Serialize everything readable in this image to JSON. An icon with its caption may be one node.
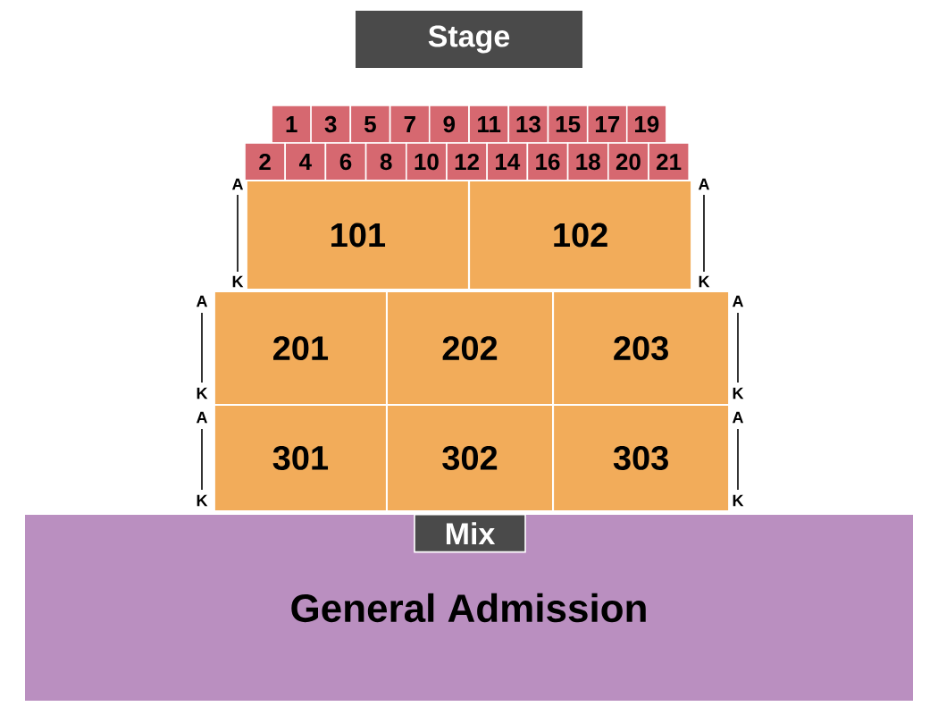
{
  "diagram": {
    "nodes": [
      {
        "text": [
          "Stage"
        ]
      },
      {
        "text": [
          "1"
        ]
      },
      {
        "text": [
          "3"
        ]
      },
      {
        "text": [
          "5"
        ]
      },
      {
        "text": [
          "7"
        ]
      },
      {
        "text": [
          "9"
        ]
      },
      {
        "text": [
          "11"
        ]
      },
      {
        "text": [
          "13"
        ]
      },
      {
        "text": [
          "15"
        ]
      },
      {
        "text": [
          "17"
        ]
      },
      {
        "text": [
          "19"
        ]
      },
      {
        "text": [
          "2"
        ]
      },
      {
        "text": [
          "4"
        ]
      },
      {
        "text": [
          "6"
        ]
      },
      {
        "text": [
          "8"
        ]
      },
      {
        "text": [
          "10"
        ]
      },
      {
        "text": [
          "12"
        ]
      },
      {
        "text": [
          "14"
        ]
      },
      {
        "text": [
          "16"
        ]
      },
      {
        "text": [
          "18"
        ]
      },
      {
        "text": [
          "20"
        ]
      },
      {
        "text": [
          "21"
        ]
      },
      {
        "text": [
          "101"
        ]
      },
      {
        "text": [
          "102"
        ]
      },
      {
        "text": [
          "201"
        ]
      },
      {
        "text": [
          "202"
        ]
      },
      {
        "text": [
          "203"
        ]
      },
      {
        "text": [
          "301"
        ]
      },
      {
        "text": [
          "302"
        ]
      },
      {
        "text": [
          "303"
        ]
      },
      {
        "text": [
          "General Admission"
        ]
      },
      {
        "text": [
          "Mix"
        ],
        "in": 30
      }
    ],
    "labels": [
      "A",
      "A",
      "K",
      "K",
      "A",
      "A",
      "K",
      "K",
      "A",
      "A",
      "K",
      "K"
    ]
  }
}
